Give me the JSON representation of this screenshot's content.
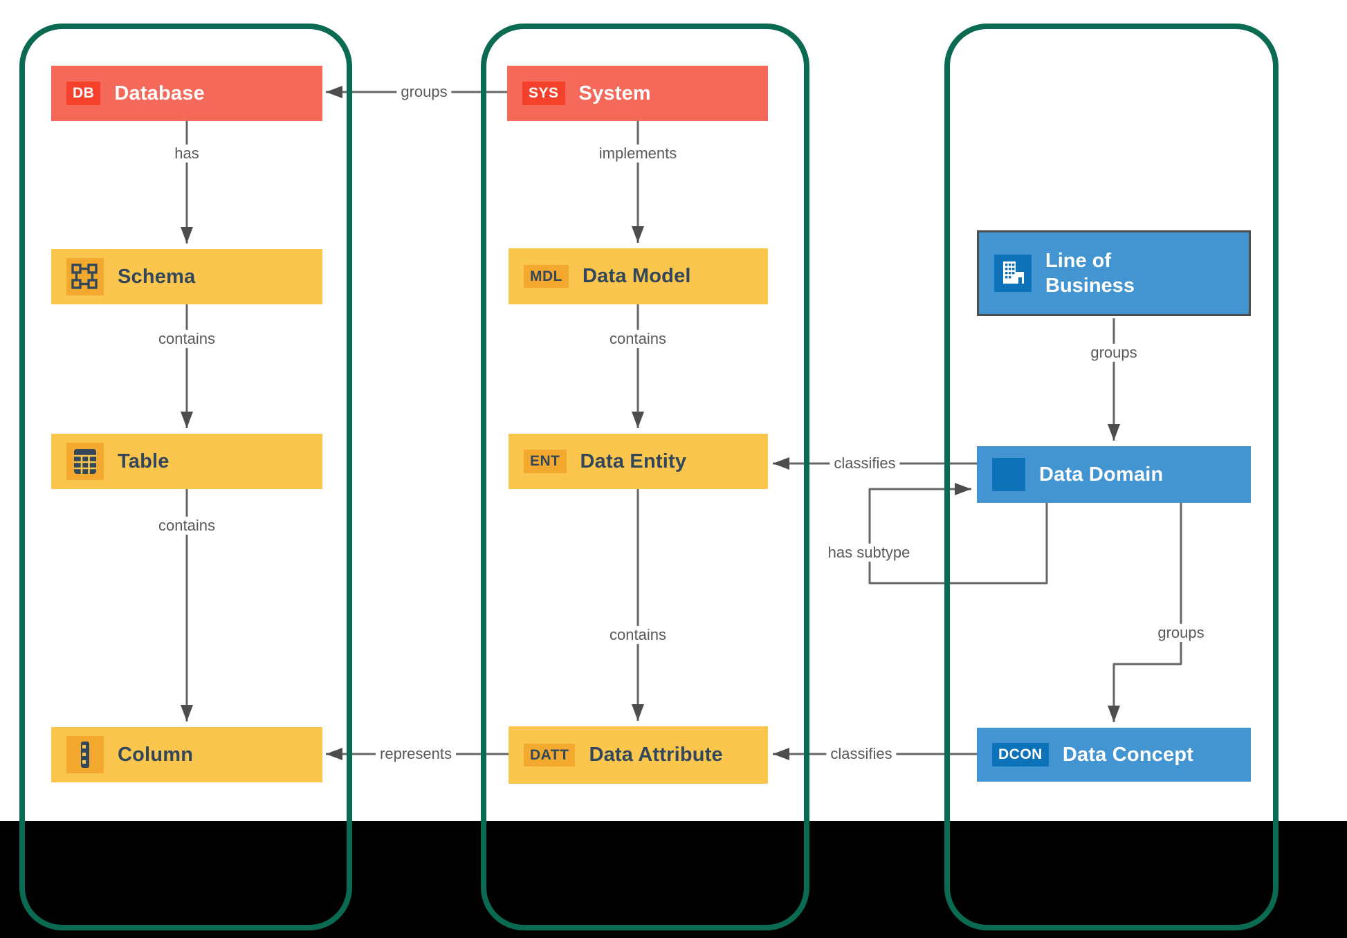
{
  "diagram": {
    "type": "entity-relationship-overview",
    "lanes": [
      {
        "id": "lane-physical",
        "nodes": [
          "database",
          "schema",
          "table",
          "column"
        ]
      },
      {
        "id": "lane-logical",
        "nodes": [
          "system",
          "data_model",
          "data_entity",
          "data_attribute"
        ]
      },
      {
        "id": "lane-business",
        "nodes": [
          "line_of_business",
          "data_domain",
          "data_concept"
        ]
      }
    ]
  },
  "nodes": {
    "database": {
      "badge": "DB",
      "label": "Database"
    },
    "system": {
      "badge": "SYS",
      "label": "System"
    },
    "schema": {
      "label": "Schema",
      "icon": "schema-icon"
    },
    "data_model": {
      "badge": "MDL",
      "label": "Data Model"
    },
    "table": {
      "label": "Table",
      "icon": "table-icon"
    },
    "data_entity": {
      "badge": "ENT",
      "label": "Data Entity"
    },
    "column": {
      "label": "Column",
      "icon": "column-icon"
    },
    "data_attribute": {
      "badge": "DATT",
      "label": "Data Attribute"
    },
    "line_of_business": {
      "label_line1": "Line of",
      "label_line2": "Business",
      "icon": "building-icon"
    },
    "data_domain": {
      "label": "Data Domain",
      "icon": "square-icon"
    },
    "data_concept": {
      "badge": "DCON",
      "label": "Data Concept"
    }
  },
  "edges": {
    "db_schema": "has",
    "schema_table": "contains",
    "table_column": "contains",
    "sys_model": "implements",
    "model_entity": "contains",
    "entity_attribute": "contains",
    "system_database": "groups",
    "lob_domain": "groups",
    "domain_entity": "classifies",
    "domain_subtype": "has subtype",
    "domain_concept": "groups",
    "concept_attribute": "classifies",
    "attribute_column": "represents"
  },
  "colors": {
    "red_box": "#f4695a",
    "red_badge": "#f5402c",
    "yellow_box": "#fbc64d",
    "yellow_badge": "#f2a92e",
    "blue_box": "#4295d1",
    "blue_badge": "#0d72b8",
    "lane_border": "#0b6b52",
    "connector": "#666666",
    "label_text": "#595959",
    "dark_text": "#33475a",
    "background_band": "#000000"
  }
}
